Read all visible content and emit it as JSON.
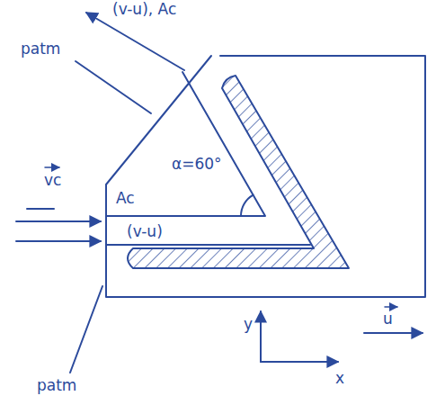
{
  "diagram": {
    "labels": [
      "(v-u), Ac",
      "patm",
      "α=60°",
      "vc",
      "Ac",
      "(v-u)",
      "patm",
      "y",
      "x",
      "u"
    ]
  }
}
